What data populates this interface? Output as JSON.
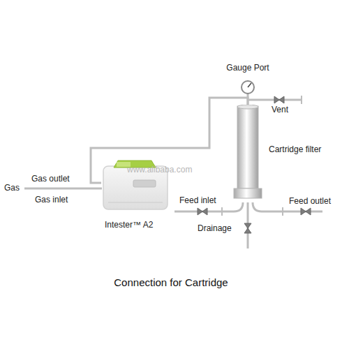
{
  "diagram": {
    "caption": "Connection for Cartridge",
    "nodes": [
      {
        "text": [
          "Intester™ A2"
        ]
      },
      {
        "text": [
          "Cartridge filter"
        ]
      }
    ],
    "edges": [
      {
        "from": 0,
        "to": 1,
        "arrow": "none"
      }
    ],
    "labels": [
      "Gauge Port",
      "Vent",
      "Gas",
      "Gas outlet",
      "Gas inlet",
      "Feed inlet",
      "Feed outlet",
      "Drainage",
      "www.alibaba.com"
    ]
  }
}
